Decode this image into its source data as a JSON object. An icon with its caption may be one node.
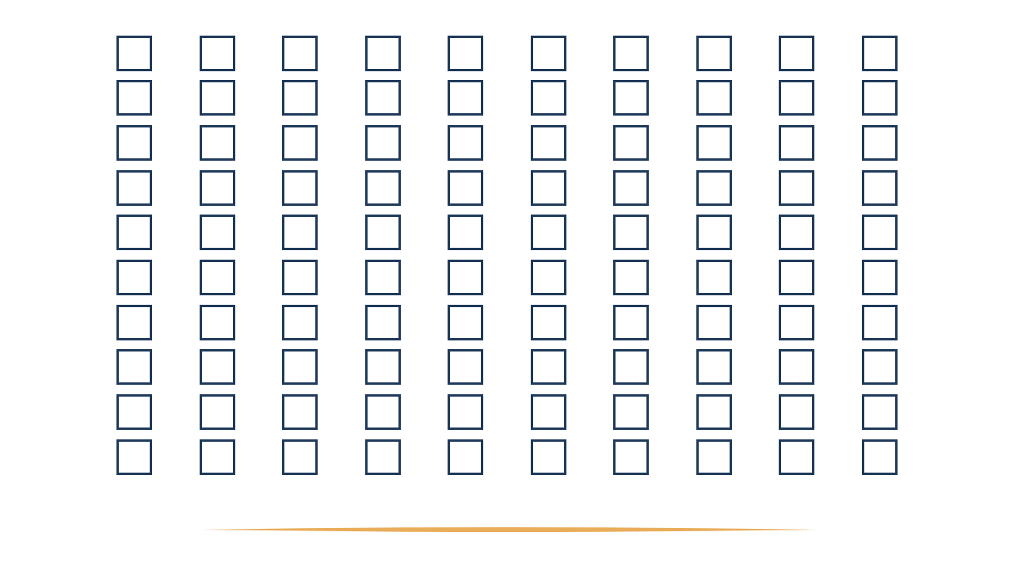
{
  "diagram": {
    "nodes": [
      {
        "text": [],
        "shape": "box"
      },
      {
        "text": [],
        "shape": "box"
      },
      {
        "text": [],
        "shape": "box"
      },
      {
        "text": [],
        "shape": "box"
      },
      {
        "text": [],
        "shape": "box"
      },
      {
        "text": [],
        "shape": "box"
      },
      {
        "text": [],
        "shape": "box"
      },
      {
        "text": [],
        "shape": "box"
      },
      {
        "text": [],
        "shape": "box"
      },
      {
        "text": [],
        "shape": "box"
      },
      {
        "text": [],
        "shape": "box"
      },
      {
        "text": [],
        "shape": "box"
      },
      {
        "text": [],
        "shape": "box"
      },
      {
        "text": [],
        "shape": "box"
      },
      {
        "text": [],
        "shape": "box"
      },
      {
        "text": [],
        "shape": "box"
      },
      {
        "text": [],
        "shape": "box"
      },
      {
        "text": [],
        "shape": "box"
      },
      {
        "text": [],
        "shape": "box"
      },
      {
        "text": [],
        "shape": "box"
      },
      {
        "text": [],
        "shape": "box"
      },
      {
        "text": [],
        "shape": "box"
      },
      {
        "text": [],
        "shape": "box"
      },
      {
        "text": [],
        "shape": "box"
      },
      {
        "text": [],
        "shape": "box"
      },
      {
        "text": [],
        "shape": "box"
      },
      {
        "text": [],
        "shape": "box"
      },
      {
        "text": [],
        "shape": "box"
      },
      {
        "text": [],
        "shape": "box"
      },
      {
        "text": [],
        "shape": "box"
      },
      {
        "text": [],
        "shape": "box"
      },
      {
        "text": [],
        "shape": "box"
      },
      {
        "text": [],
        "shape": "box"
      },
      {
        "text": [],
        "shape": "box"
      },
      {
        "text": [],
        "shape": "box"
      },
      {
        "text": [],
        "shape": "box"
      },
      {
        "text": [],
        "shape": "box"
      },
      {
        "text": [],
        "shape": "box"
      },
      {
        "text": [],
        "shape": "box"
      },
      {
        "text": [],
        "shape": "box"
      },
      {
        "text": [],
        "shape": "box"
      },
      {
        "text": [],
        "shape": "box"
      },
      {
        "text": [],
        "shape": "box"
      },
      {
        "text": [],
        "shape": "box"
      },
      {
        "text": [],
        "shape": "box"
      },
      {
        "text": [],
        "shape": "box"
      },
      {
        "text": [],
        "shape": "box"
      },
      {
        "text": [],
        "shape": "box"
      },
      {
        "text": [],
        "shape": "box"
      },
      {
        "text": [],
        "shape": "box"
      },
      {
        "text": [],
        "shape": "box"
      },
      {
        "text": [],
        "shape": "box"
      },
      {
        "text": [],
        "shape": "box"
      },
      {
        "text": [],
        "shape": "box"
      },
      {
        "text": [],
        "shape": "box"
      },
      {
        "text": [],
        "shape": "box"
      },
      {
        "text": [],
        "shape": "box"
      },
      {
        "text": [],
        "shape": "box"
      },
      {
        "text": [],
        "shape": "box"
      },
      {
        "text": [],
        "shape": "box"
      },
      {
        "text": [],
        "shape": "box"
      },
      {
        "text": [],
        "shape": "box"
      },
      {
        "text": [],
        "shape": "box"
      },
      {
        "text": [],
        "shape": "box"
      },
      {
        "text": [],
        "shape": "box"
      },
      {
        "text": [],
        "shape": "box"
      },
      {
        "text": [],
        "shape": "box"
      },
      {
        "text": [],
        "shape": "box"
      },
      {
        "text": [],
        "shape": "box"
      },
      {
        "text": [],
        "shape": "box"
      },
      {
        "text": [],
        "shape": "box"
      },
      {
        "text": [],
        "shape": "box"
      },
      {
        "text": [],
        "shape": "box"
      },
      {
        "text": [],
        "shape": "box"
      },
      {
        "text": [],
        "shape": "box"
      },
      {
        "text": [],
        "shape": "box"
      },
      {
        "text": [],
        "shape": "box"
      },
      {
        "text": [],
        "shape": "box"
      },
      {
        "text": [],
        "shape": "box"
      },
      {
        "text": [],
        "shape": "box"
      },
      {
        "text": [],
        "shape": "box"
      },
      {
        "text": [],
        "shape": "box"
      },
      {
        "text": [],
        "shape": "box"
      },
      {
        "text": [],
        "shape": "box"
      },
      {
        "text": [],
        "shape": "box"
      },
      {
        "text": [],
        "shape": "box"
      },
      {
        "text": [],
        "shape": "box"
      },
      {
        "text": [],
        "shape": "box"
      },
      {
        "text": [],
        "shape": "box"
      },
      {
        "text": [],
        "shape": "box"
      },
      {
        "text": [],
        "shape": "box"
      },
      {
        "text": [],
        "shape": "box"
      },
      {
        "text": [],
        "shape": "box"
      },
      {
        "text": [],
        "shape": "box"
      },
      {
        "text": [],
        "shape": "box"
      },
      {
        "text": [],
        "shape": "box"
      },
      {
        "text": [],
        "shape": "box"
      },
      {
        "text": [],
        "shape": "box"
      },
      {
        "text": [],
        "shape": "box"
      },
      {
        "text": [],
        "shape": "box"
      }
    ]
  }
}
